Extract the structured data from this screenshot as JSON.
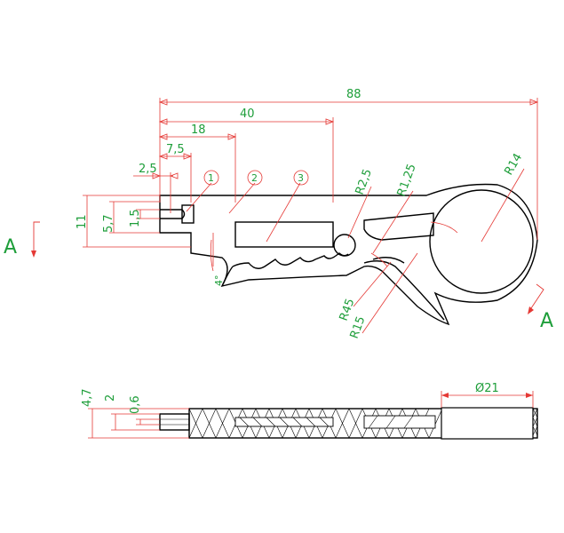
{
  "dimensions": {
    "d88": "88",
    "d40": "40",
    "d18": "18",
    "d7_5": "7,5",
    "d2_5": "2,5",
    "d11": "11",
    "d5_7": "5,7",
    "d1_5": "1,5",
    "r2_5": "R2,5",
    "r1_25": "R1,25",
    "r14": "R14",
    "r45": "R45",
    "r15": "R15",
    "angle": "4°",
    "d4_7": "4,7",
    "d2": "2",
    "d0_6": "0,6",
    "phi21": "Ø21"
  },
  "balloons": [
    "1",
    "2",
    "3"
  ],
  "section_label": "A",
  "colors": {
    "dimension": "#e53935",
    "text": "#1e9e3a",
    "outline": "#000000"
  }
}
